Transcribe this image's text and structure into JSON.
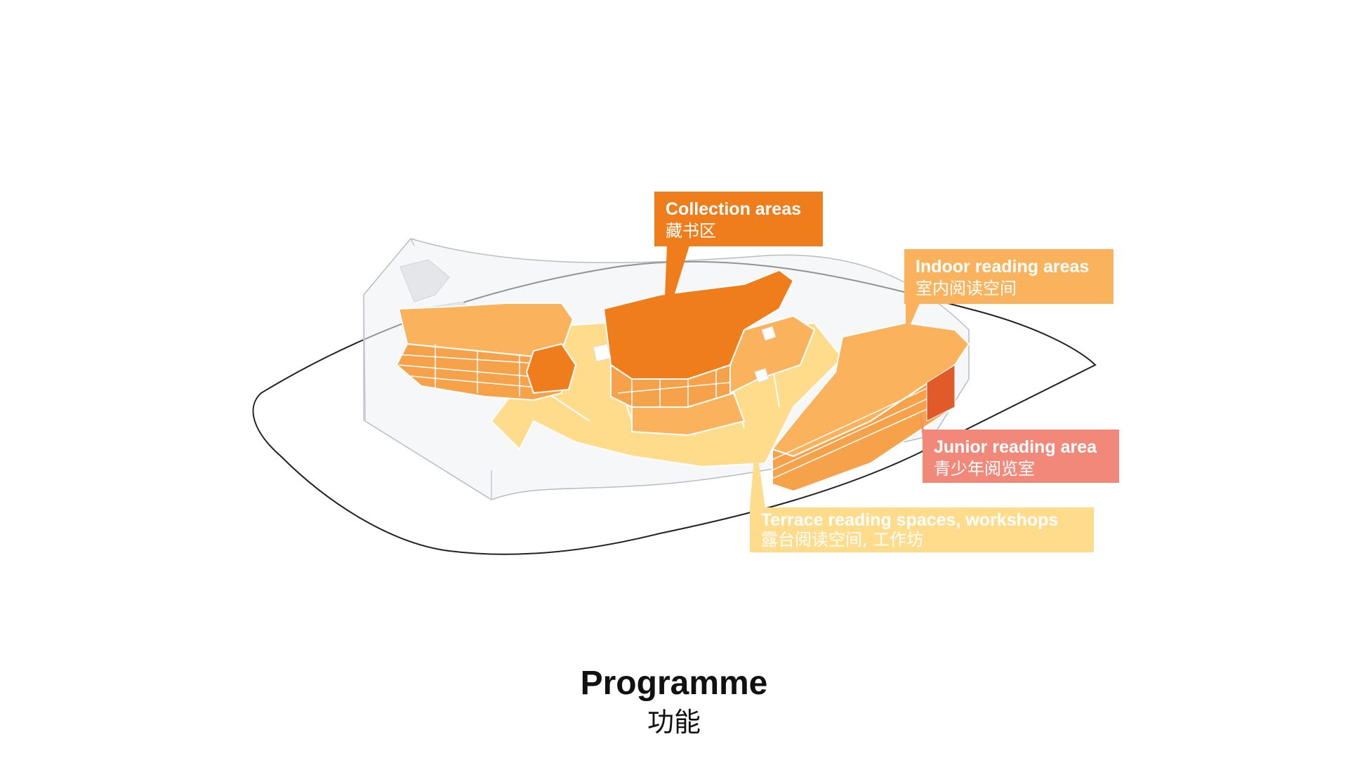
{
  "labels": {
    "collection": {
      "en": "Collection areas",
      "cn": "藏书区",
      "color": "#f07d1c"
    },
    "indoor": {
      "en": "Indoor reading areas",
      "cn": "室内阅读空间",
      "color": "#fab35c"
    },
    "junior": {
      "en": "Junior reading area",
      "cn": "青少年阅览室",
      "color": "#f2887a"
    },
    "terrace": {
      "en": "Terrace reading spaces, workshops",
      "cn": "露台阅读空间, 工作坊",
      "color": "#fedc8c"
    }
  },
  "caption": {
    "title": "Programme",
    "subtitle": "功能"
  }
}
